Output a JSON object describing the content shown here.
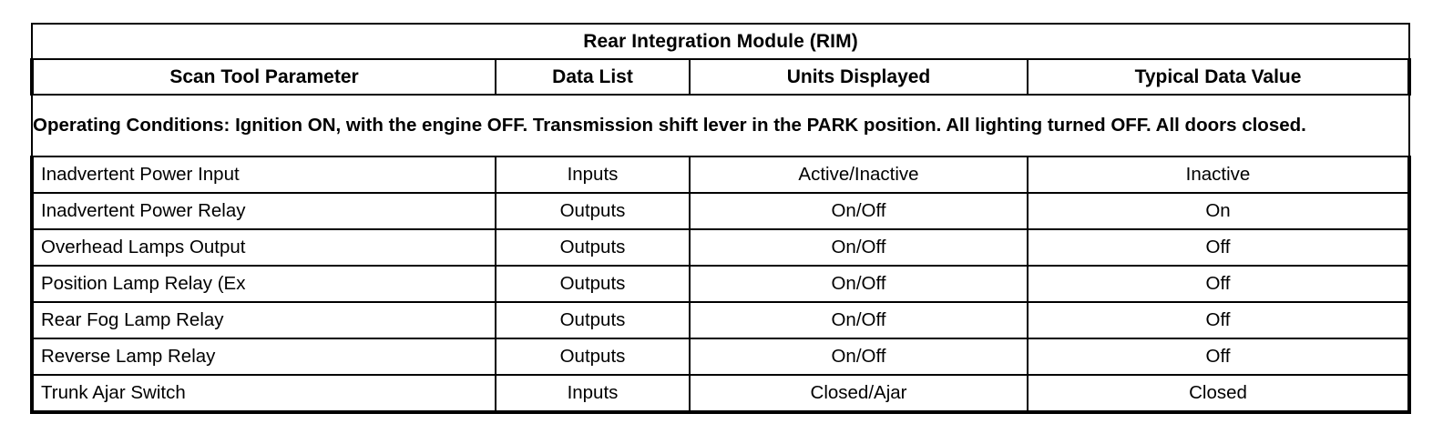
{
  "table": {
    "title": "Rear Integration Module (RIM)",
    "columns": [
      {
        "key": "parameter",
        "label": "Scan Tool Parameter"
      },
      {
        "key": "data_list",
        "label": "Data List"
      },
      {
        "key": "units",
        "label": "Units Displayed"
      },
      {
        "key": "typical",
        "label": "Typical Data Value"
      }
    ],
    "operating_conditions": "Operating Conditions: Ignition ON, with the engine OFF. Transmission shift lever in the PARK position. All lighting turned OFF. All doors closed.",
    "rows": [
      {
        "parameter": "Inadvertent Power Input",
        "data_list": "Inputs",
        "units": "Active/Inactive",
        "typical": "Inactive"
      },
      {
        "parameter": "Inadvertent Power Relay",
        "data_list": "Outputs",
        "units": "On/Off",
        "typical": "On"
      },
      {
        "parameter": "Overhead Lamps Output",
        "data_list": "Outputs",
        "units": "On/Off",
        "typical": "Off"
      },
      {
        "parameter": "Position Lamp Relay (Ex",
        "data_list": "Outputs",
        "units": "On/Off",
        "typical": "Off"
      },
      {
        "parameter": "Rear Fog Lamp Relay",
        "data_list": "Outputs",
        "units": "On/Off",
        "typical": "Off"
      },
      {
        "parameter": "Reverse Lamp Relay",
        "data_list": "Outputs",
        "units": "On/Off",
        "typical": "Off"
      },
      {
        "parameter": "Trunk Ajar Switch",
        "data_list": "Inputs",
        "units": "Closed/Ajar",
        "typical": "Closed"
      }
    ]
  },
  "colors": {
    "border": "#000000",
    "text": "#000000",
    "background": "#ffffff"
  }
}
